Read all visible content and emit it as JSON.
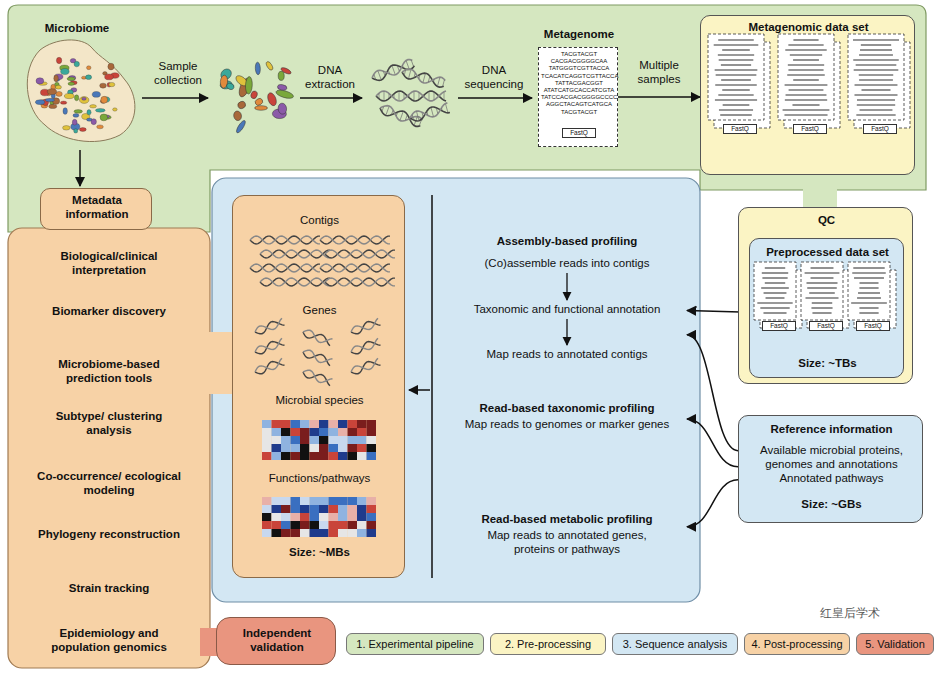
{
  "diagram": {
    "nodes": [
      {
        "text": [
          "Metagenome",
          "TACGTACGT CACGACGGGGCAA TATGGGTCGTTACCA TCACATCAGGTCGTTACCA TATTACGACGGT ATATCATGCACCATCGTA TATCCACGACGGGGCCCC AGGCTACAGTCATGCA TACGTACGT",
          "FastQ"
        ]
      },
      {
        "text": [
          "Metagenomic data set"
        ]
      },
      {
        "text": [
          "QC"
        ]
      },
      {
        "text": [
          "Preprocessed data set",
          "Size: ~TBs"
        ],
        "in": 2
      },
      {
        "text": [
          "Contigs",
          "Genes",
          "Microbial species",
          "Functions/pathways",
          "Size: ~MBs"
        ]
      },
      {
        "text": [
          "Assembly-based profiling",
          "(Co)assemble reads into contigs",
          "Taxonomic and functional annotation",
          "Map reads to annotated contigs"
        ]
      },
      {
        "text": [
          "Read-based taxonomic profiling",
          "Map reads to genomes or marker genes"
        ]
      },
      {
        "text": [
          "Read-based metabolic profiling",
          "Map reads to annotated genes, proteins or pathways"
        ]
      },
      {
        "text": [
          "Reference information",
          "Available microbial proteins, genomes and annotations",
          "Annotated pathways",
          "Size: ~GBs"
        ]
      },
      {
        "text": [
          "Metadata information"
        ]
      },
      {
        "text": [
          "Biological/clinical interpretation",
          "Biomarker discovery",
          "Microbiome-based prediction tools",
          "Subtype/ clustering analysis",
          "Co-occurrence/ ecological modeling",
          "Phylogeny reconstruction",
          "Strain tracking",
          "Epidemiology and population genomics"
        ]
      },
      {
        "text": [
          "Independent validation"
        ]
      }
    ],
    "edges": [
      {
        "from": 0,
        "to": 1,
        "label": "Multiple samples",
        "arrow": "to"
      },
      {
        "from": 1,
        "to": 2,
        "arrow": "none"
      },
      {
        "from": 3,
        "to": 5,
        "arrow": "to"
      },
      {
        "from": 8,
        "to": 5,
        "arrow": "to"
      },
      {
        "from": 8,
        "to": 6,
        "arrow": "to"
      },
      {
        "from": 8,
        "to": 7,
        "arrow": "to"
      }
    ],
    "labels": [
      "Microbiome",
      "Sample collection",
      "DNA extraction",
      "DNA sequencing",
      "FastQ",
      "FastQ",
      "FastQ",
      "FastQ",
      "FastQ",
      "FastQ",
      "红皇后学术"
    ],
    "legend": [
      {
        "text": "1. Experimental pipeline",
        "color": "#d5e7c0"
      },
      {
        "text": "2. Pre-processing",
        "color": "#fbf4c4"
      },
      {
        "text": "3. Sequence analysis",
        "color": "#d3e7f3"
      },
      {
        "text": "4. Post-processing",
        "color": "#f7d2a6"
      },
      {
        "text": "5. Validation",
        "color": "#e9957f"
      }
    ]
  }
}
